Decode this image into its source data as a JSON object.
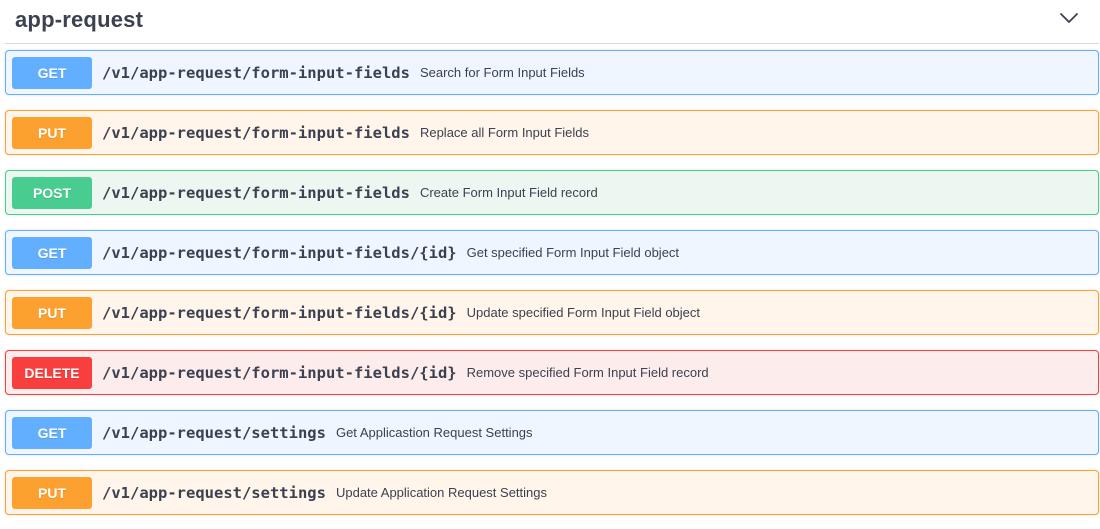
{
  "section": {
    "title": "app-request",
    "toggle_icon": "chevron-down-icon"
  },
  "operations": [
    {
      "method": "GET",
      "path": "/v1/app-request/form-input-fields",
      "summary": "Search for Form Input Fields"
    },
    {
      "method": "PUT",
      "path": "/v1/app-request/form-input-fields",
      "summary": "Replace all Form Input Fields"
    },
    {
      "method": "POST",
      "path": "/v1/app-request/form-input-fields",
      "summary": "Create Form Input Field record"
    },
    {
      "method": "GET",
      "path": "/v1/app-request/form-input-fields/{id}",
      "summary": "Get specified Form Input Field object"
    },
    {
      "method": "PUT",
      "path": "/v1/app-request/form-input-fields/{id}",
      "summary": "Update specified Form Input Field object"
    },
    {
      "method": "DELETE",
      "path": "/v1/app-request/form-input-fields/{id}",
      "summary": "Remove specified Form Input Field record"
    },
    {
      "method": "GET",
      "path": "/v1/app-request/settings",
      "summary": "Get Applicastion Request Settings"
    },
    {
      "method": "PUT",
      "path": "/v1/app-request/settings",
      "summary": "Update Application Request Settings"
    }
  ],
  "colors": {
    "get": "#61affe",
    "put": "#fca130",
    "post": "#49cc90",
    "delete": "#f93e3e",
    "text": "#3b4151"
  }
}
